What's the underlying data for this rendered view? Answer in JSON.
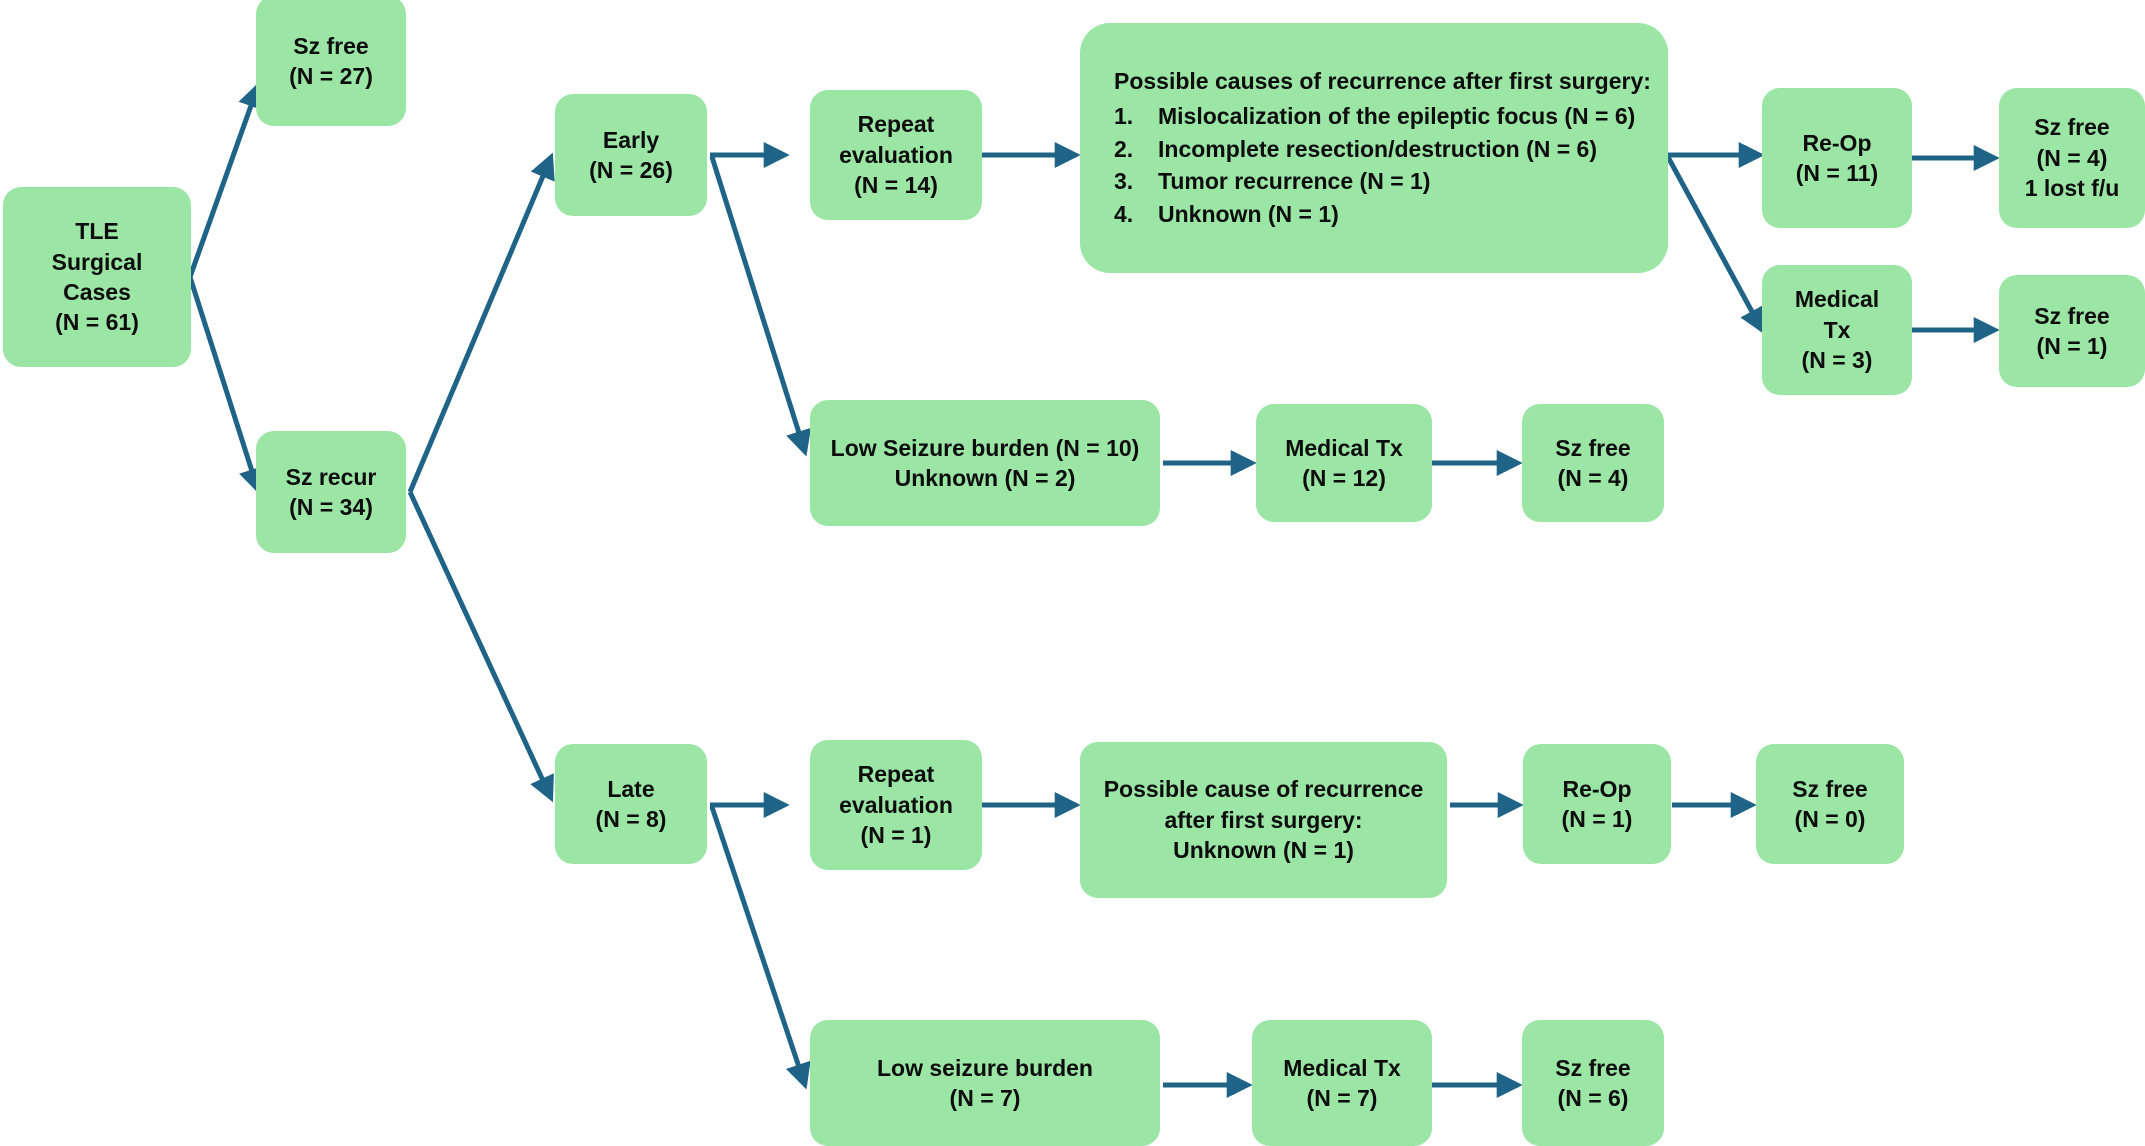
{
  "diagram": {
    "title": "TLE Surgical Cases outcome flowchart",
    "node_fill": "#9BE5A5",
    "edge_color": "#1F6387",
    "text_color": "#0d0d0d",
    "background": "#ffffff"
  },
  "nodes": {
    "root": {
      "l1": "TLE",
      "l2": "Surgical",
      "l3": "Cases",
      "l4": "(N = 61)"
    },
    "sz_free_27": {
      "l1": "Sz free",
      "l2": "(N = 27)"
    },
    "sz_recur_34": {
      "l1": "Sz recur",
      "l2": "(N = 34)"
    },
    "early_26": {
      "l1": "Early",
      "l2": "(N = 26)"
    },
    "repeat_eval_14": {
      "l1": "Repeat",
      "l2": "evaluation",
      "l3": "(N = 14)"
    },
    "causes_early": {
      "heading": "Possible causes of recurrence after first surgery:",
      "items": [
        {
          "num": "1.",
          "text": "Mislocalization of the epileptic focus  (N = 6)"
        },
        {
          "num": "2.",
          "text": "Incomplete resection/destruction (N = 6)"
        },
        {
          "num": "3.",
          "text": "Tumor recurrence (N = 1)"
        },
        {
          "num": "4.",
          "text": "Unknown (N = 1)"
        }
      ]
    },
    "reop_11": {
      "l1": "Re-Op",
      "l2": "(N = 11)"
    },
    "sz_free_4_lost": {
      "l1": "Sz free",
      "l2": "(N = 4)",
      "l3": "1 lost f/u"
    },
    "medical_tx_3": {
      "l1": "Medical",
      "l2": "Tx",
      "l3": "(N = 3)"
    },
    "sz_free_1": {
      "l1": "Sz free",
      "l2": "(N = 1)"
    },
    "low_burden_early": {
      "l1": "Low Seizure burden (N = 10)",
      "l2": "Unknown (N = 2)"
    },
    "medical_tx_12": {
      "l1": "Medical Tx",
      "l2": "(N = 12)"
    },
    "sz_free_4": {
      "l1": "Sz free",
      "l2": "(N = 4)"
    },
    "late_8": {
      "l1": "Late",
      "l2": "(N = 8)"
    },
    "repeat_eval_1": {
      "l1": "Repeat",
      "l2": "evaluation",
      "l3": "(N = 1)"
    },
    "causes_late": {
      "l1": "Possible cause of recurrence",
      "l2": "after first surgery:",
      "l3": "Unknown (N = 1)"
    },
    "reop_1": {
      "l1": "Re-Op",
      "l2": "(N = 1)"
    },
    "sz_free_0": {
      "l1": "Sz free",
      "l2": "(N = 0)"
    },
    "low_burden_late": {
      "l1": "Low seizure burden",
      "l2": "(N = 7)"
    },
    "medical_tx_7": {
      "l1": "Medical Tx",
      "l2": "(N = 7)"
    },
    "sz_free_6": {
      "l1": "Sz free",
      "l2": "(N = 6)"
    }
  }
}
